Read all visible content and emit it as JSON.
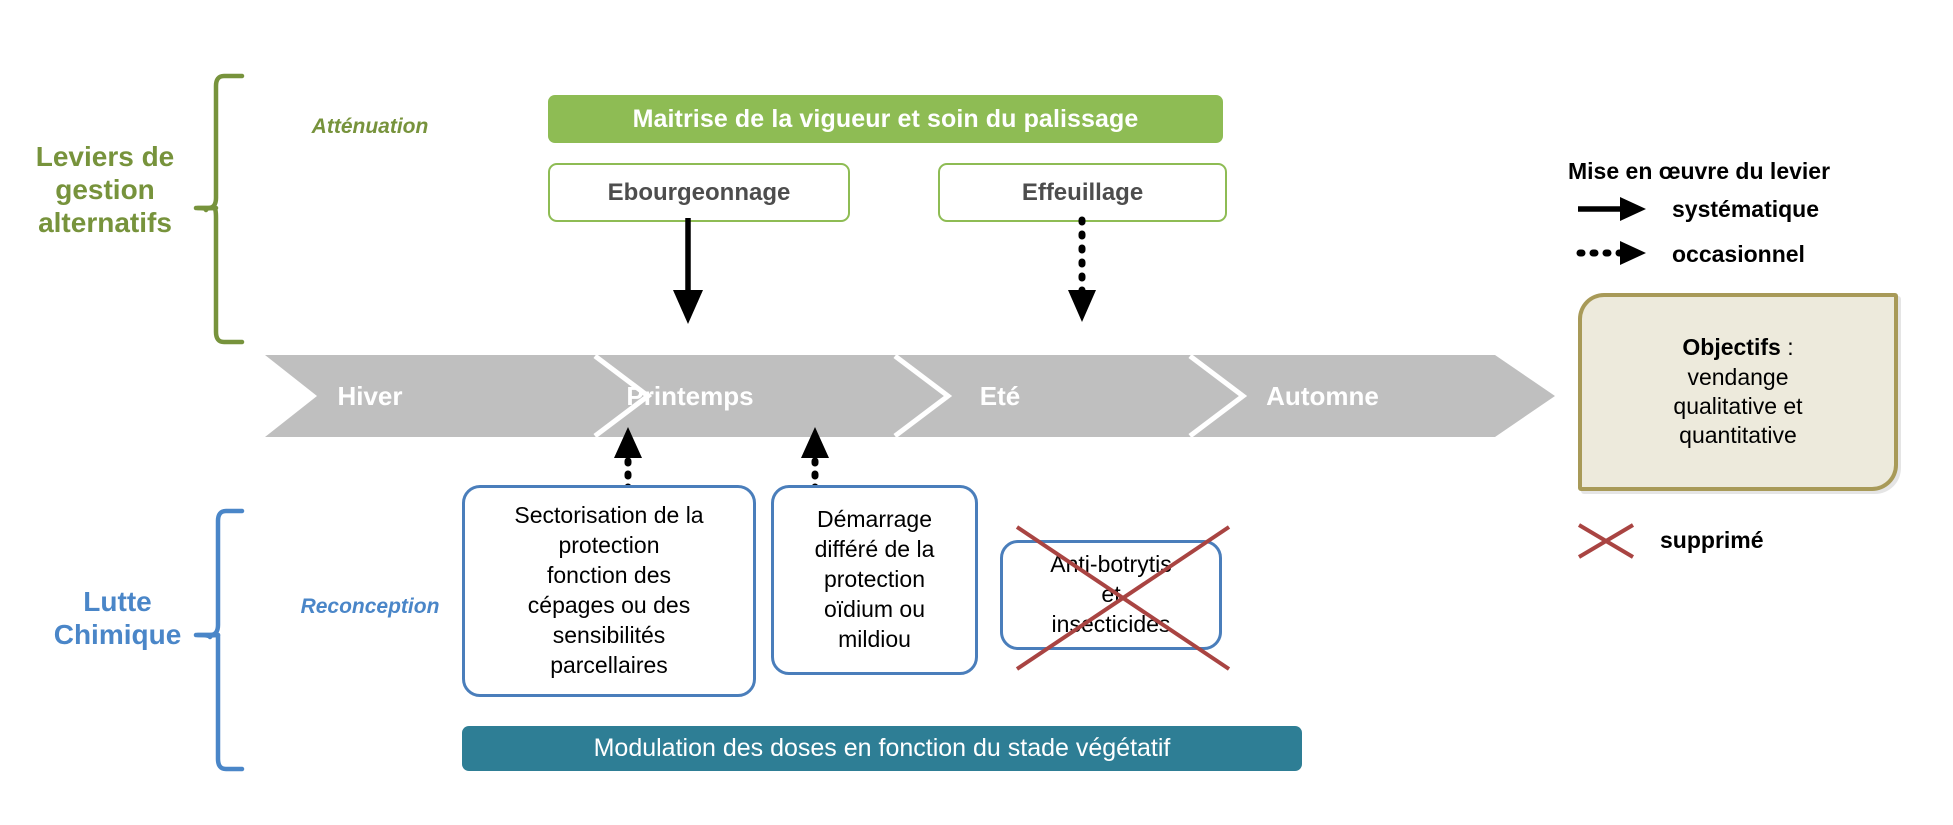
{
  "colors": {
    "green": "#8EBC54",
    "green_dark": "#77933C",
    "blue": "#4A7EBB",
    "blue_label": "#4A86C8",
    "teal": "#2E7E95",
    "gray": "#BFBFBF",
    "olive_border": "#A89A58",
    "objectifs_fill": "#EDEADC",
    "cross_red": "#A94442"
  },
  "left_labels": {
    "alternatives": "Leviers de gestion alternatifs",
    "alternatives_lines": [
      "Leviers de",
      "gestion",
      "alternatifs"
    ],
    "chemical": "Lutte Chimique",
    "chemical_lines": [
      "Lutte",
      "Chimique"
    ],
    "attenuation": "Atténuation",
    "reconception": "Reconception"
  },
  "top_row": {
    "banner": "Maitrise de la vigueur et soin du palissage",
    "boxes": [
      {
        "label": "Ebourgeonnage",
        "arrow": "systematique"
      },
      {
        "label": "Effeuillage",
        "arrow": "occasionnel"
      }
    ]
  },
  "timeline": {
    "seasons": [
      "Hiver",
      "Printemps",
      "Eté",
      "Automne"
    ]
  },
  "bottom_row": {
    "boxes": [
      {
        "label": "Sectorisation de la protection fonction des cépages ou des sensibilités parcellaires",
        "lines": [
          "Sectorisation de la",
          "protection",
          "fonction des",
          "cépages ou des",
          "sensibilités",
          "parcellaires"
        ],
        "arrow": "occasionnel",
        "crossed_out": false
      },
      {
        "label": "Démarrage différé de la protection oïdium ou mildiou",
        "lines": [
          "Démarrage",
          "différé de la",
          "protection",
          "oïdium ou",
          "mildiou"
        ],
        "arrow": "occasionnel",
        "crossed_out": false
      },
      {
        "label": "Anti-botrytis et insecticides",
        "lines": [
          "Anti-botrytis",
          "et",
          "insecticides"
        ],
        "arrow": "none",
        "crossed_out": true
      }
    ],
    "bar": "Modulation des doses en fonction du stade végétatif"
  },
  "legend": {
    "title": "Mise en œuvre du levier",
    "items": [
      {
        "icon": "solid-arrow-icon",
        "label": "systématique"
      },
      {
        "icon": "dotted-arrow-icon",
        "label": "occasionnel"
      }
    ],
    "removed": {
      "icon": "red-cross-icon",
      "label": "supprimé"
    }
  },
  "objectifs": {
    "heading": "Objectifs",
    "separator": " :",
    "lines": [
      "vendange",
      "qualitative et",
      "quantitative"
    ]
  }
}
